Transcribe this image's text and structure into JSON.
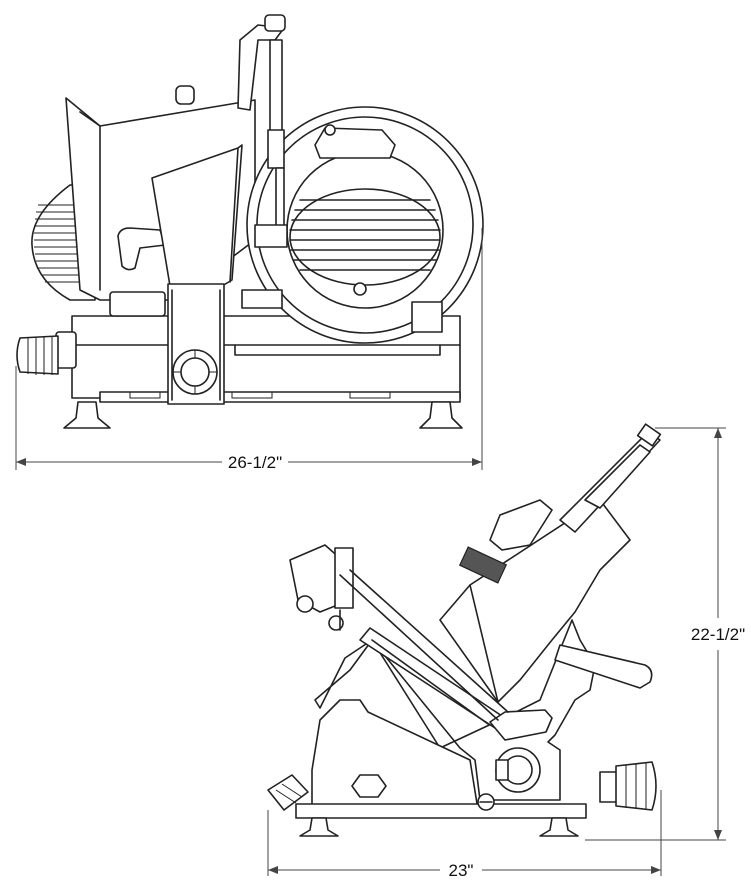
{
  "dimensions": {
    "top_width": "26-1/2\"",
    "side_height": "22-1/2\"",
    "side_width": "23\""
  }
}
